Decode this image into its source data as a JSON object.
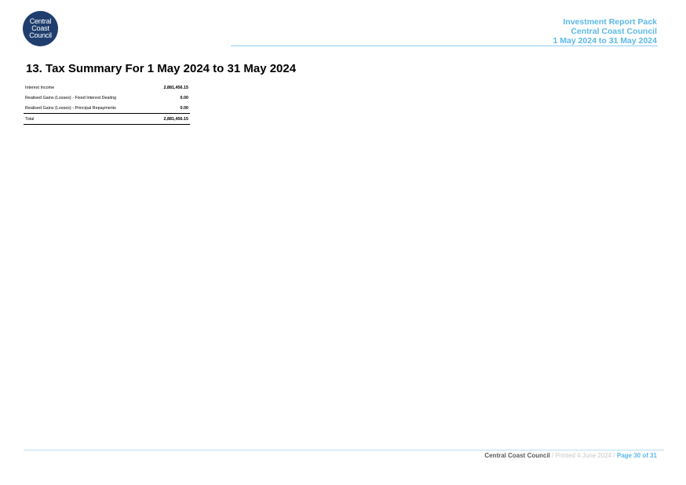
{
  "logo": {
    "lines": [
      "Central",
      "Coast",
      "Council"
    ]
  },
  "header": {
    "line1": "Investment Report Pack",
    "line2": "Central Coast Council",
    "line3": "1 May 2024 to 31 May 2024"
  },
  "title": "13. Tax Summary For 1 May 2024 to 31 May 2024",
  "tax_summary": {
    "rows": [
      {
        "label": "Interest Income",
        "value": "2,881,456.15"
      },
      {
        "label": "Realised Gains (Losses) - Fixed Interest Dealing",
        "value": "0.00"
      },
      {
        "label": "Realised Gains (Losses) - Principal Repayments",
        "value": "0.00"
      }
    ],
    "total": {
      "label": "Total",
      "value": "2,881,456.15"
    }
  },
  "footer": {
    "organization": "Central Coast Council",
    "separator": " / ",
    "printed": "Printed 4 June 2024",
    "page": "Page 30 of 31"
  },
  "colors": {
    "logo_background": "#1f3e6e",
    "header_accent": "#5bb8e6",
    "rule": "#8fd0ee"
  }
}
